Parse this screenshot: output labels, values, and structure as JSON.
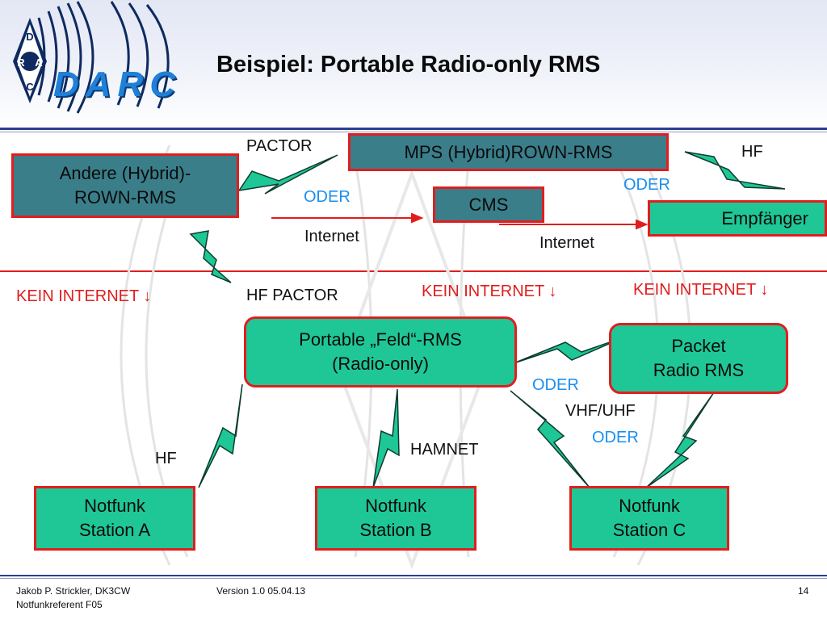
{
  "header": {
    "title": "Beispiel: Portable Radio-only RMS",
    "logo_text": "DARC",
    "logo_letters": [
      "D",
      "A",
      "R",
      "C"
    ]
  },
  "boxes": {
    "andere": "Andere (Hybrid)-\nROWN-RMS",
    "mps": "MPS (Hybrid)ROWN-RMS",
    "cms": "CMS",
    "empfaenger": "Empfänger",
    "portable": "Portable „Feld“-RMS\n(Radio-only)",
    "packet": "Packet\nRadio RMS",
    "station_a": "Notfunk\nStation A",
    "station_b": "Notfunk\nStation B",
    "station_c": "Notfunk\nStation C"
  },
  "labels": {
    "pactor": "PACTOR",
    "hf_top": "HF",
    "oder_top_right": "ODER",
    "oder_mid": "ODER",
    "internet_left": "Internet",
    "internet_right": "Internet",
    "kein_left": "KEIN INTERNET ↓",
    "hf_pactor": "HF PACTOR",
    "kein_mid": "KEIN INTERNET ↓",
    "kein_right": "KEIN INTERNET ↓",
    "oder_packet": "ODER",
    "vhf_uhf": "VHF/UHF",
    "oder_low": "ODER",
    "hamnet": "HAMNET",
    "hf_low": "HF"
  },
  "footer": {
    "author": "Jakob P. Strickler, DK3CW",
    "role": "Notfunkreferent F05",
    "version": "Version 1.0  05.04.13",
    "page": "14"
  },
  "colors": {
    "box_border": "#e01e1e",
    "teal_fill": "#3a7e8a",
    "green_fill": "#1fc796",
    "oder_blue": "#1a8ff0",
    "kein_red": "#e01e1e",
    "rule_blue": "#2d3f8f"
  }
}
